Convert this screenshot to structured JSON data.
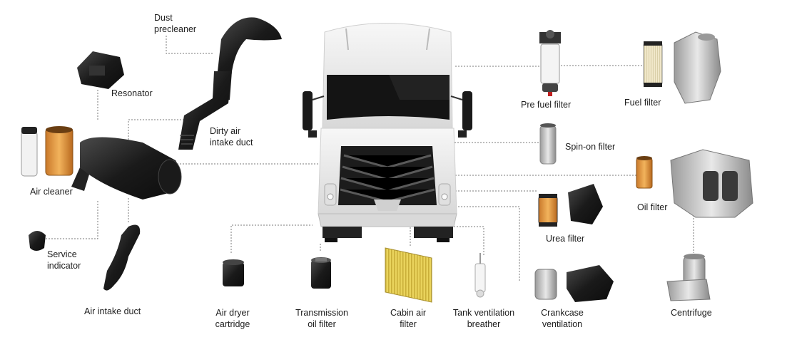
{
  "labels": {
    "dust_precleaner": [
      "Dust",
      "precleaner"
    ],
    "resonator": "Resonator",
    "dirty_air_intake_duct": [
      "Dirty air",
      "intake duct"
    ],
    "air_cleaner": "Air cleaner",
    "service_indicator": [
      "Service",
      "indicator"
    ],
    "air_intake_duct": "Air intake duct",
    "air_dryer_cartridge": [
      "Air dryer",
      "cartridge"
    ],
    "transmission_oil_filter": [
      "Transmission",
      "oil filter"
    ],
    "cabin_air_filter": [
      "Cabin air",
      "filter"
    ],
    "tank_ventilation_breather": [
      "Tank ventilation",
      "breather"
    ],
    "crankcase_ventilation": [
      "Crankcase",
      "ventilation"
    ],
    "centrifuge": "Centrifuge",
    "pre_fuel_filter": "Pre fuel filter",
    "fuel_filter": "Fuel filter",
    "spin_on_filter": "Spin-on filter",
    "oil_filter": "Oil filter",
    "urea_filter": "Urea filter"
  },
  "colors": {
    "leader_line": "#7a7a7a",
    "part_dark": "#1b1b1b",
    "filter_orange": "#e39a3a",
    "filter_yellow": "#e8d25a",
    "truck_body": "#ececec"
  }
}
